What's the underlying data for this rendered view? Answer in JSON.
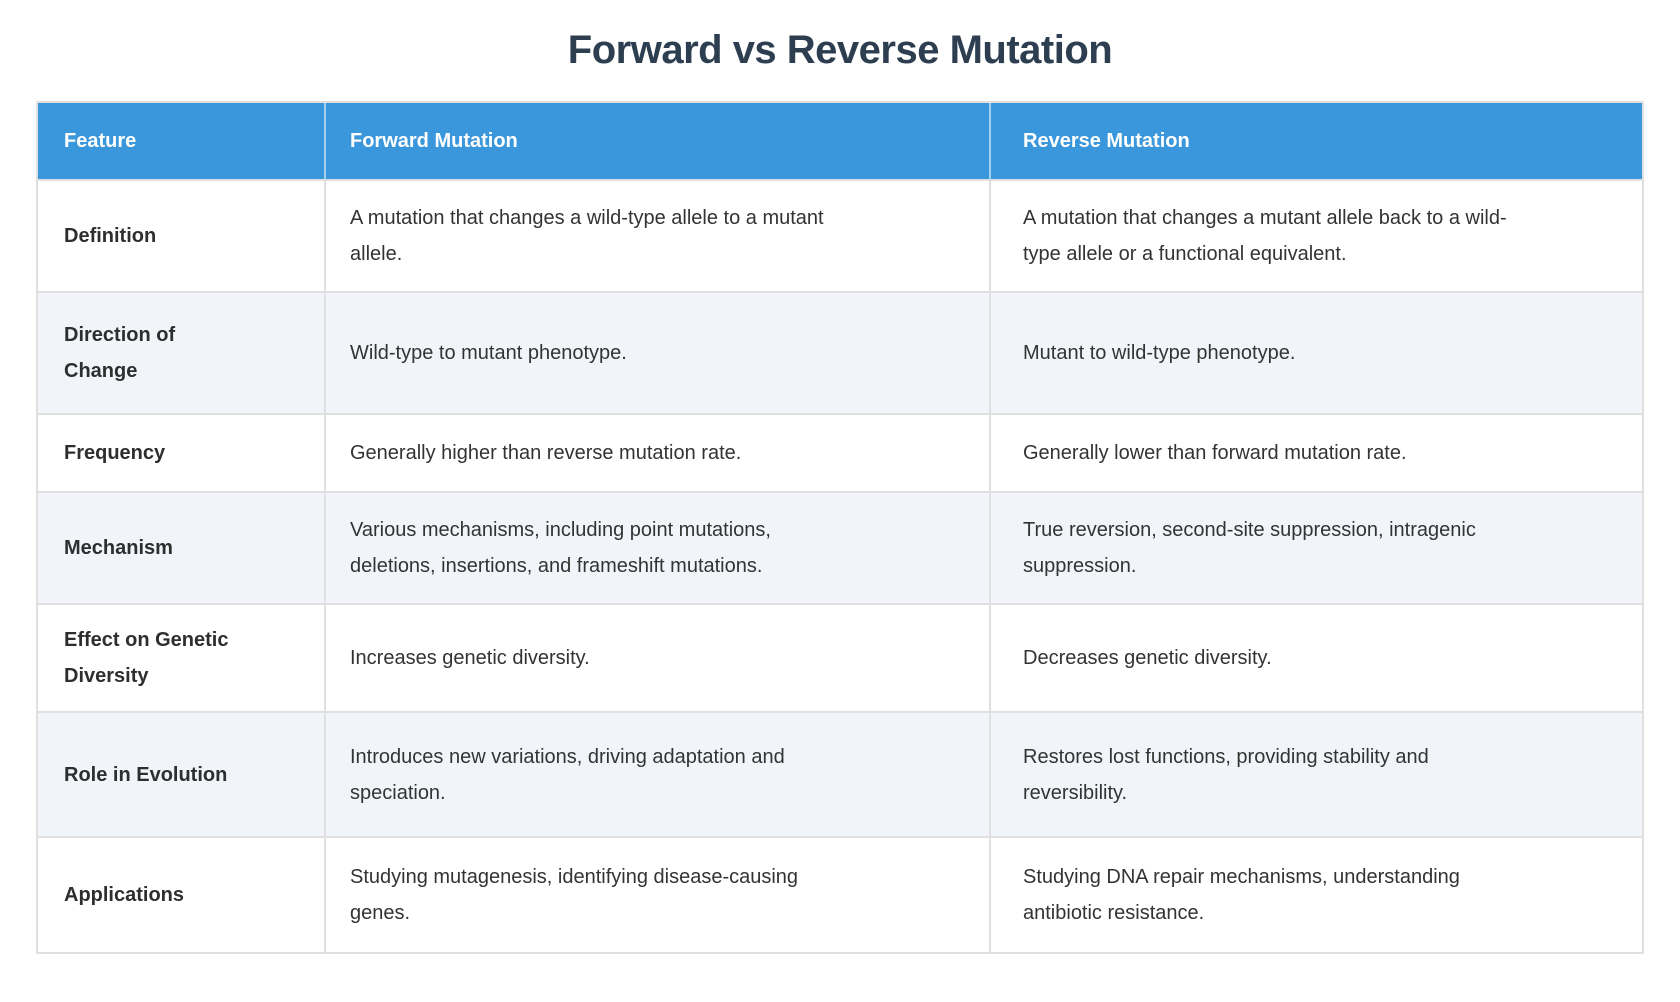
{
  "page_title": "Forward vs Reverse Mutation",
  "theme": {
    "header_bg": "#3b97dc",
    "header_text": "#ffffff",
    "header_divider": "#a6d0ef",
    "row_bg": "#ffffff",
    "row_alt_bg": "#f1f5f9",
    "border": "#e0e0e0",
    "title_color": "#2c3e50",
    "body_text": "#333333",
    "label_text": "#2e2e2e"
  },
  "table": {
    "columns": [
      {
        "key": "feature",
        "label": "Feature"
      },
      {
        "key": "forward",
        "label": "Forward Mutation"
      },
      {
        "key": "reverse",
        "label": "Reverse Mutation"
      }
    ],
    "rows": [
      {
        "feature": "Definition",
        "forward": "A mutation that changes a wild-type allele to a mutant allele.",
        "reverse": "A mutation that changes a mutant allele back to a wild-type allele or a functional equivalent."
      },
      {
        "feature": "Direction of Change",
        "forward": "Wild-type to mutant phenotype.",
        "reverse": "Mutant to wild-type phenotype."
      },
      {
        "feature": "Frequency",
        "forward": "Generally higher than reverse mutation rate.",
        "reverse": "Generally lower than forward mutation rate."
      },
      {
        "feature": "Mechanism",
        "forward": "Various mechanisms, including point mutations, deletions, insertions, and frameshift mutations.",
        "reverse": "True reversion, second-site suppression, intragenic suppression."
      },
      {
        "feature": "Effect on Genetic Diversity",
        "forward": "Increases genetic diversity.",
        "reverse": "Decreases genetic diversity."
      },
      {
        "feature": "Role in Evolution",
        "forward": "Introduces new variations, driving adaptation and speciation.",
        "reverse": "Restores lost functions, providing stability and reversibility."
      },
      {
        "feature": "Applications",
        "forward": "Studying mutagenesis, identifying disease-causing genes.",
        "reverse": "Studying DNA repair mechanisms, understanding antibiotic resistance."
      }
    ]
  }
}
